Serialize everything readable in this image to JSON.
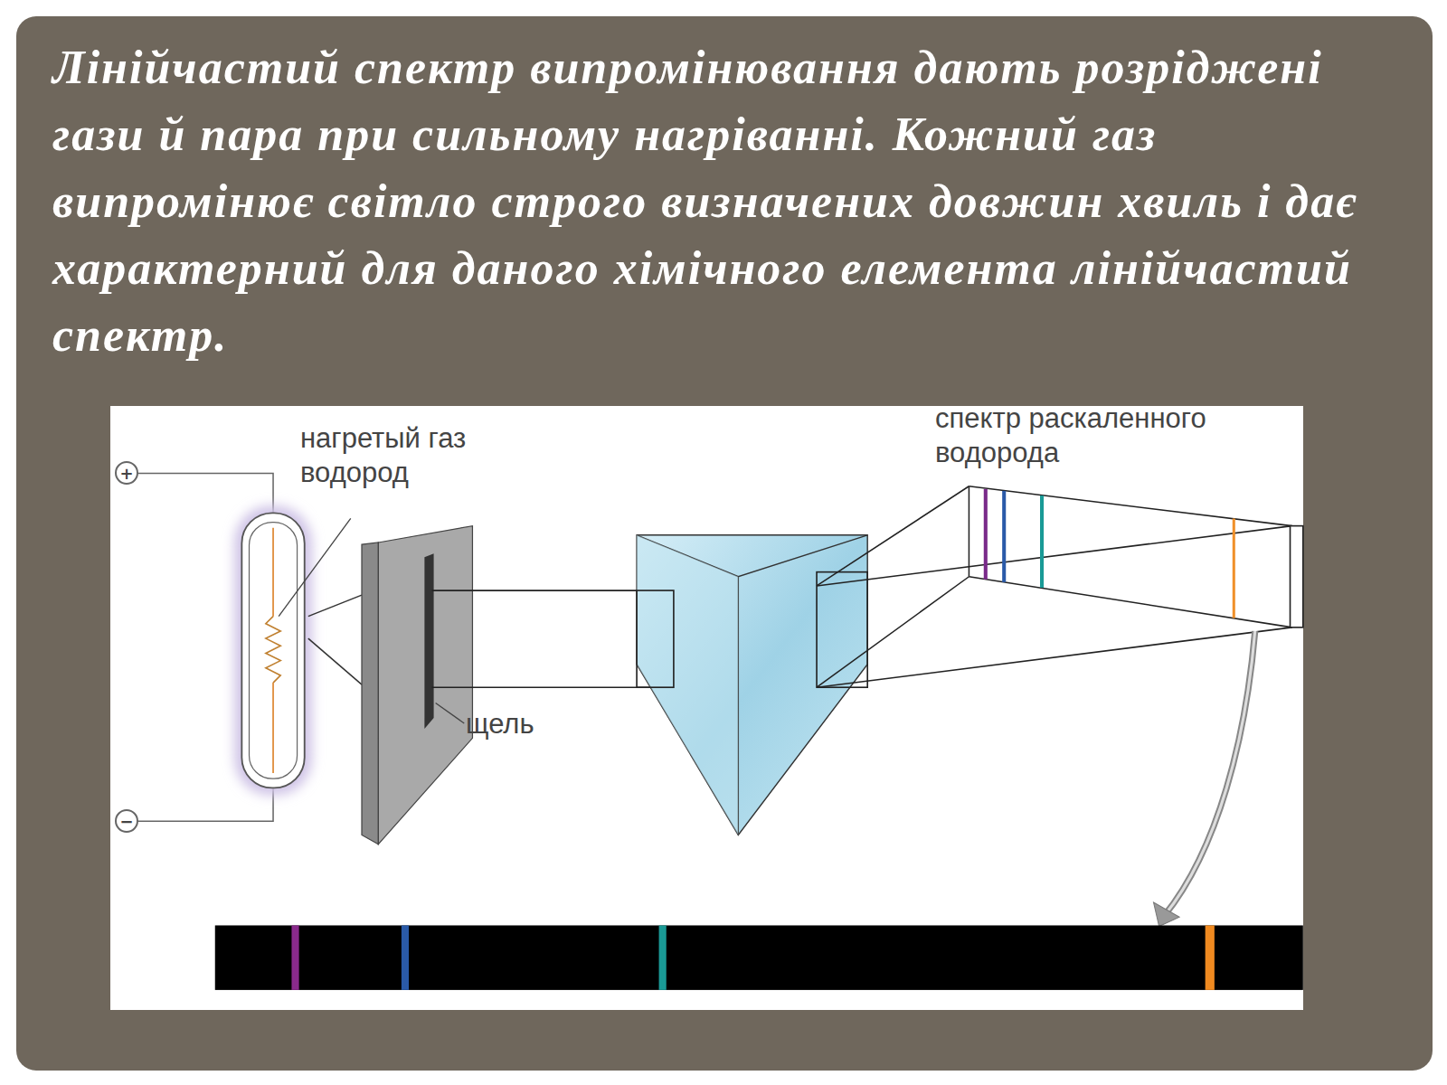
{
  "diagram": {
    "title": "Лінійчастий спектр випромінювання дають розріджені гази й пара при сильному нагріванні. Кожний газ випромінює світло строго визначених довжин хвиль і дає характерний для даного хімічного елемента лінійчастий спектр.",
    "nodes": [
      {
        "text": [
          "+"
        ]
      },
      {
        "text": [
          "−"
        ]
      }
    ],
    "labels": [
      "нагретый газ водород",
      "щель",
      "спектр раскаленного водорода"
    ]
  }
}
